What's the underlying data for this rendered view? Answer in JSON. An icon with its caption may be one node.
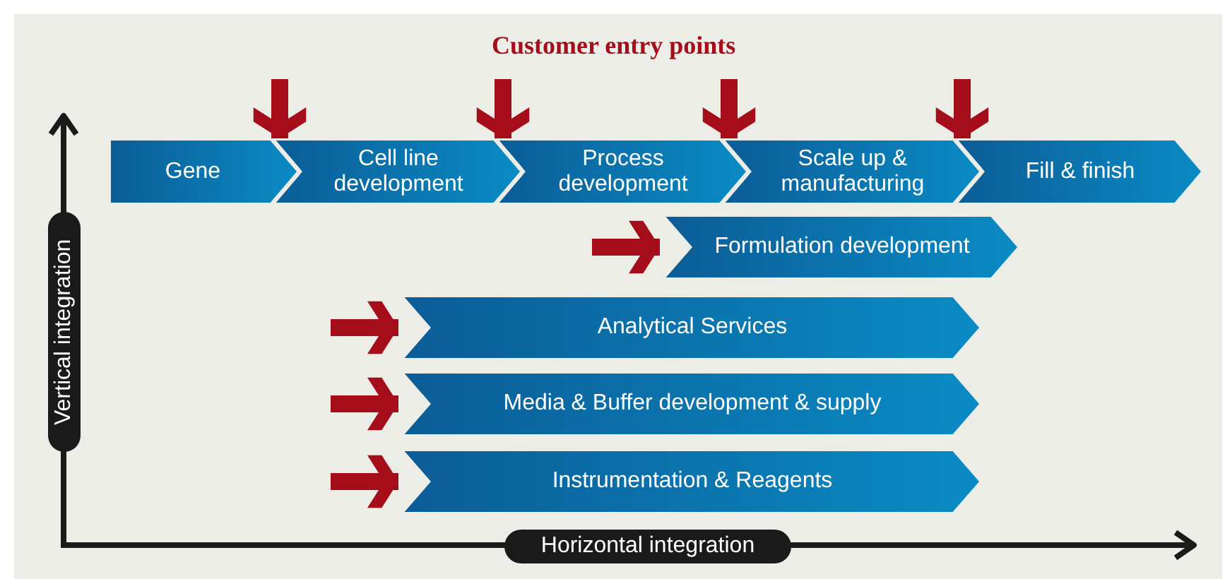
{
  "diagram": {
    "nodes": [
      {
        "text": [
          "Gene"
        ]
      },
      {
        "text": [
          "Cell line development"
        ]
      },
      {
        "text": [
          "Process development"
        ]
      },
      {
        "text": [
          "Scale up & manufacturing"
        ]
      },
      {
        "text": [
          "Fill & finish"
        ]
      },
      {
        "text": [
          "Formulation development"
        ]
      },
      {
        "text": [
          "Analytical Services"
        ]
      },
      {
        "text": [
          "Media & Buffer development & supply"
        ]
      },
      {
        "text": [
          "Instrumentation & Reagents"
        ]
      }
    ],
    "edges": [
      {
        "from": null,
        "to": 1,
        "arrow": "to"
      },
      {
        "from": null,
        "to": 2,
        "arrow": "to"
      },
      {
        "from": null,
        "to": 3,
        "arrow": "to"
      },
      {
        "from": null,
        "to": 4,
        "arrow": "to"
      },
      {
        "from": null,
        "to": 5,
        "arrow": "to"
      },
      {
        "from": null,
        "to": 6,
        "arrow": "to"
      },
      {
        "from": null,
        "to": 7,
        "arrow": "to"
      },
      {
        "from": null,
        "to": 8,
        "arrow": "to"
      }
    ],
    "labels": [
      "Customer entry points",
      "Vertical integration",
      "Horizontal integration"
    ]
  }
}
